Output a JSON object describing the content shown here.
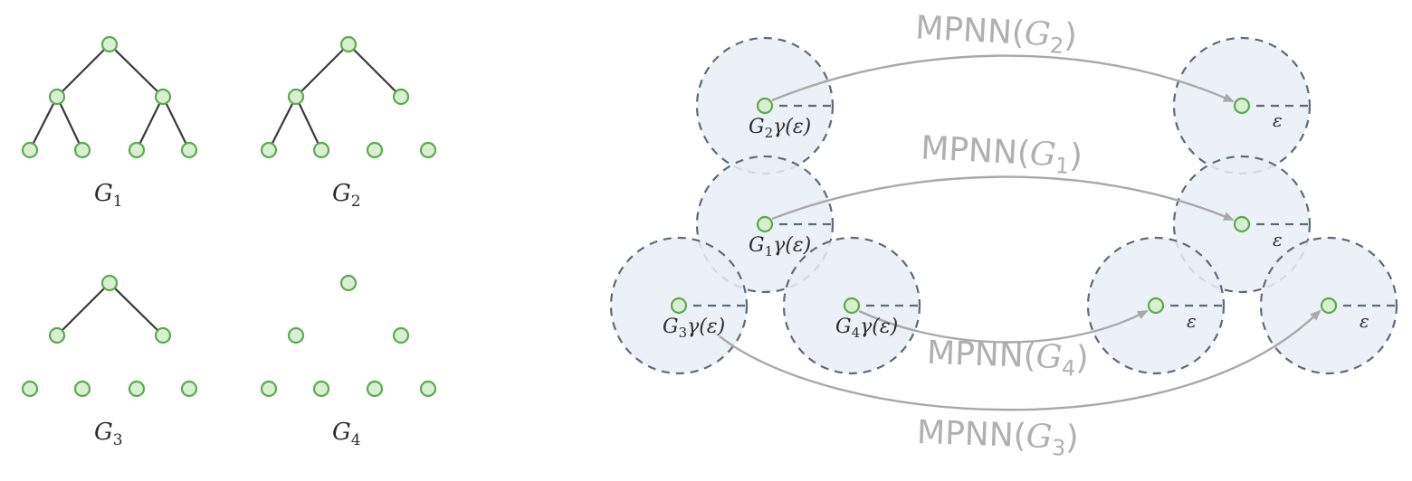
{
  "colors": {
    "node_fill": "#d9efd1",
    "node_stroke": "#5aaa4f",
    "edge": "#3a3a3a",
    "ball_fill": "#e7eef4",
    "ball_stroke": "#5d6b78",
    "arrow": "#a9a9a9",
    "mpnn_label": "#b0b0b0"
  },
  "graphs": [
    {
      "label_base": "G",
      "label_sub": "1"
    },
    {
      "label_base": "G",
      "label_sub": "2"
    },
    {
      "label_base": "G",
      "label_sub": "3"
    },
    {
      "label_base": "G",
      "label_sub": "4"
    }
  ],
  "embeddings": {
    "source_suffix": "γ(ε)",
    "target_label": "ε",
    "mpnn_prefix": "MPNN(",
    "mpnn_suffix": ")",
    "items": [
      {
        "graph_base": "G",
        "graph_sub": "2",
        "mpnn_sub": "2"
      },
      {
        "graph_base": "G",
        "graph_sub": "1",
        "mpnn_sub": "1"
      },
      {
        "graph_base": "G",
        "graph_sub": "3",
        "mpnn_sub": "3"
      },
      {
        "graph_base": "G",
        "graph_sub": "4",
        "mpnn_sub": "4"
      }
    ]
  }
}
